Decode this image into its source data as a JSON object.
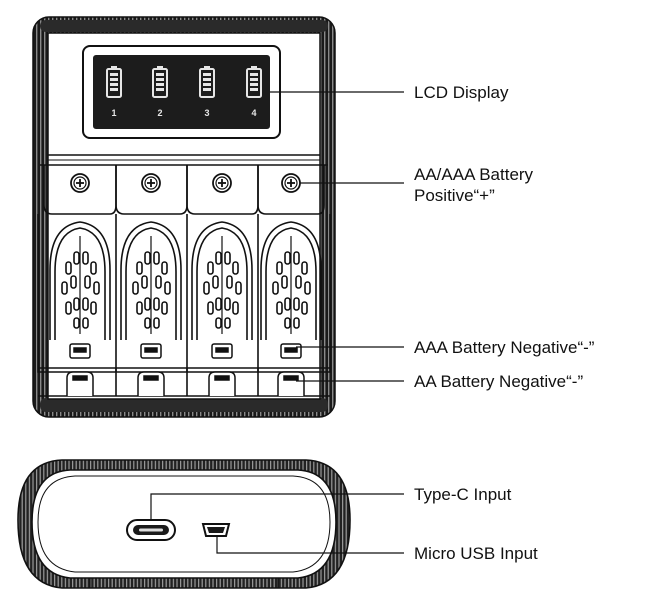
{
  "charger_top": {
    "slot_numbers": [
      "1",
      "2",
      "3",
      "4"
    ]
  },
  "labels": {
    "lcd_display": "LCD Display",
    "positive_line1": "AA/AAA Battery",
    "positive_line2": "Positive“+”",
    "aaa_negative": "AAA Battery Negative“-”",
    "aa_negative": "AA Battery Negative“-”",
    "type_c": "Type-C Input",
    "micro_usb": "Micro USB Input"
  },
  "colors": {
    "body_dark": "#1c1c1c",
    "lcd_icon": "#e6e6e6",
    "line": "#111111"
  },
  "icons": [
    "battery-level-icon",
    "positive-terminal-icon",
    "type-c-port-icon",
    "micro-usb-port-icon"
  ]
}
